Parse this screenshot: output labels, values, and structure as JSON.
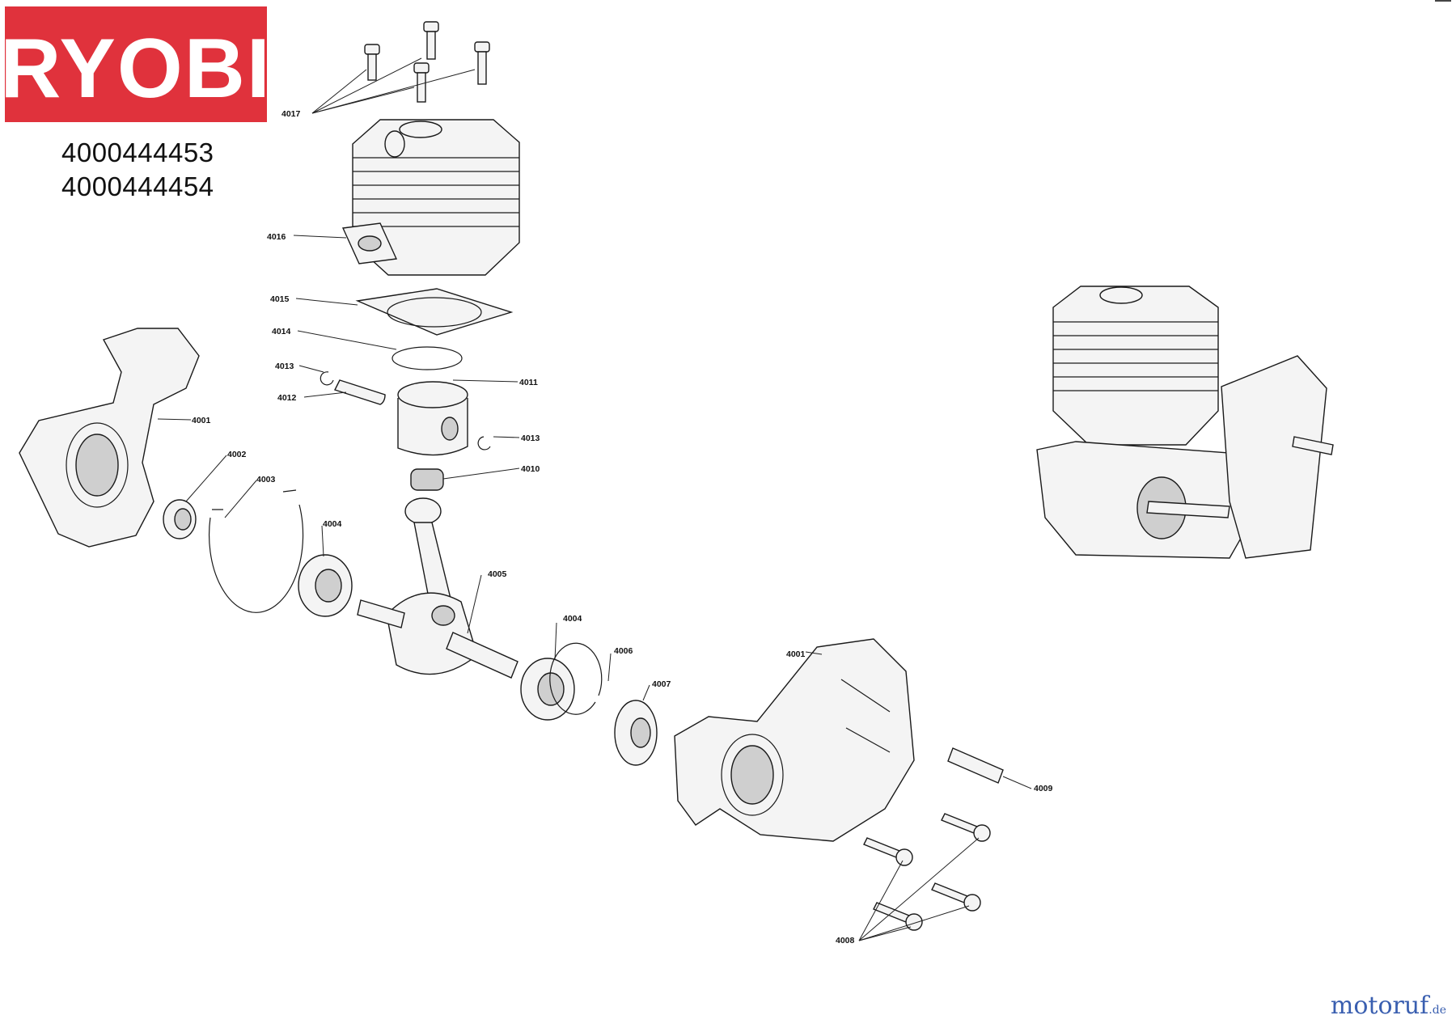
{
  "brand": {
    "logo_text": "RYOBI",
    "bg_color": "#e0323c",
    "fg_color": "#ffffff"
  },
  "model_numbers": [
    "4000444453",
    "4000444454"
  ],
  "callouts": {
    "c4017": "4017",
    "c4016": "4016",
    "c4015": "4015",
    "c4014": "4014",
    "c4013a": "4013",
    "c4012": "4012",
    "c4011": "4011",
    "c4013b": "4013",
    "c4010": "4010",
    "c4001a": "4001",
    "c4002": "4002",
    "c4003": "4003",
    "c4004a": "4004",
    "c4005": "4005",
    "c4004b": "4004",
    "c4006": "4006",
    "c4007": "4007",
    "c4001b": "4001",
    "c4009": "4009",
    "c4008": "4008"
  },
  "watermark": {
    "name": "motoruf",
    "tld": ".de",
    "color": "#3a5fb0"
  }
}
